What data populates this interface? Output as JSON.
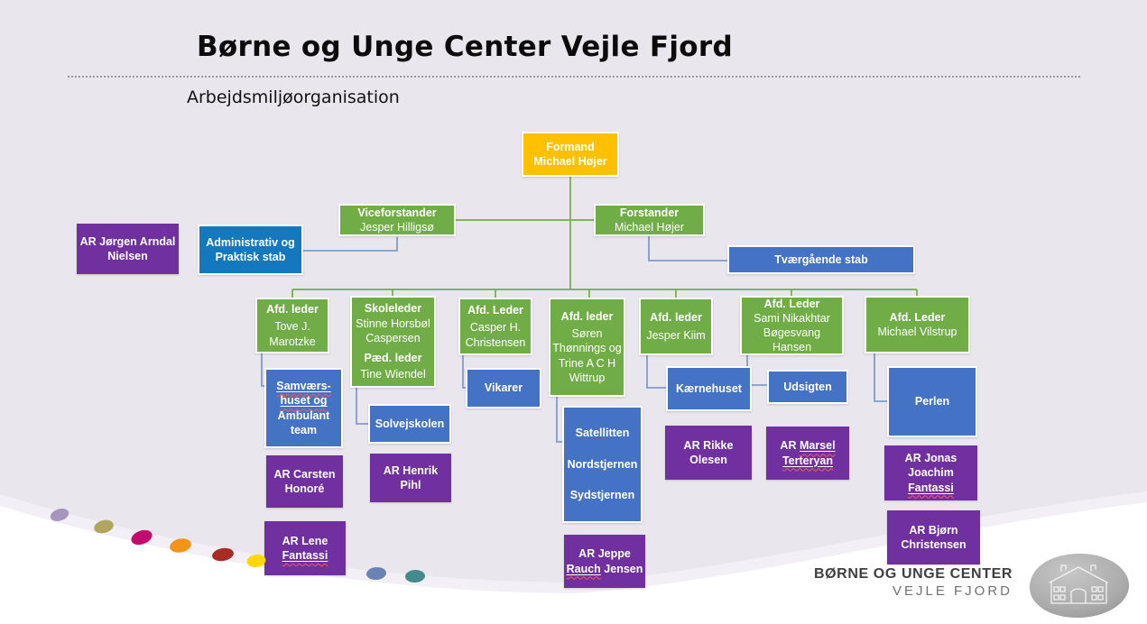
{
  "header": {
    "title": "Børne og Unge Center Vejle Fjord",
    "subtitle": "Arbejdsmiljøorganisation"
  },
  "org": {
    "formand": {
      "role": "Formand",
      "name": "Michael Højer"
    },
    "viceforstander": {
      "role": "Viceforstander",
      "name": "Jesper Hilligsø"
    },
    "forstander": {
      "role": "Forstander",
      "name": "Michael Højer"
    },
    "ar_jorgen": {
      "l1": "AR Jørgen Arndal",
      "l2": "Nielsen"
    },
    "admin_stab": {
      "l1": "Administrativ og",
      "l2": "Praktisk stab"
    },
    "tvaergaende": {
      "label": "Tværgående stab"
    },
    "leaders": {
      "tove": {
        "role": "Afd. leder",
        "l1": "Tove J.",
        "l2": "Marotzke"
      },
      "skole": {
        "role": "Skoleleder",
        "l1": "Stinne Horsbøl",
        "l2": "Caspersen",
        "role2": "Pæd. leder",
        "l3": "Tine Wiendel"
      },
      "casper": {
        "role": "Afd. Leder",
        "l1": "Casper H.",
        "l2": "Christensen"
      },
      "soren": {
        "role": "Afd. leder",
        "l1": "Søren",
        "l2": "Thønnings og",
        "l3": "Trine A C H",
        "l4": "Wittrup"
      },
      "kiim": {
        "role": "Afd. leder",
        "l1": "Jesper Kiim"
      },
      "sami": {
        "role": "Afd. Leder",
        "l1": "Sami Nikakhtar",
        "l2": "Bøgesvang Hansen"
      },
      "vilstrup": {
        "role": "Afd. Leder",
        "l1": "Michael Vilstrup"
      }
    },
    "units": {
      "samvaers": {
        "l1": "Samværs-",
        "l2": "huset og",
        "l3": "Ambulant",
        "l4": "team"
      },
      "solvej": {
        "label": "Solvejskolen"
      },
      "vikarer": {
        "label": "Vikarer"
      },
      "satellit": {
        "l1": "Satellitten",
        "l2": "Nordstjernen",
        "l3": "Sydstjernen"
      },
      "kaernehuset": {
        "label": "Kærnehuset"
      },
      "udsigten": {
        "label": "Udsigten"
      },
      "perlen": {
        "label": "Perlen"
      }
    },
    "ar": {
      "carsten": {
        "l1": "AR Carsten",
        "l2": "Honoré"
      },
      "henrik": {
        "l1": "AR Henrik Pihl"
      },
      "lene": {
        "l1": "AR  Lene",
        "l2": "Fantassi"
      },
      "jeppe": {
        "l1": "AR  Jeppe",
        "l2a": "Rauch",
        "l2b": " Jensen"
      },
      "rikke": {
        "l1": "AR  Rikke",
        "l2": "Olesen"
      },
      "marsel": {
        "l1a": "AR ",
        "l1b": "Marsel",
        "l2": "Terteryan"
      },
      "jonas": {
        "l1": "AR  Jonas",
        "l2a": "Joachim ",
        "l2b": "Fantassi"
      },
      "bjorn": {
        "l1": "AR  Bjørn",
        "l2": "Christensen"
      }
    }
  },
  "logo": {
    "line1": "BØRNE OG UNGE CENTER",
    "line2": "VEJLE FJORD",
    "house_icon": "house-sketch"
  },
  "colors": {
    "background": "#e9e6ee",
    "band": "#f2f0f6",
    "chairman_yellow": "#FFC000",
    "leader_green": "#70AD47",
    "staff_blue": "#1478BF",
    "unit_blue": "#4472C4",
    "ar_purple": "#7030A0",
    "green_line": "#70AD47",
    "blue_line": "#7f9ccd"
  },
  "decor": {
    "dots": [
      "#a795bd",
      "#b1a65e",
      "#c30b6d",
      "#f39318",
      "#a82c24",
      "#fed800",
      "#6a83b3",
      "#44898c"
    ]
  }
}
